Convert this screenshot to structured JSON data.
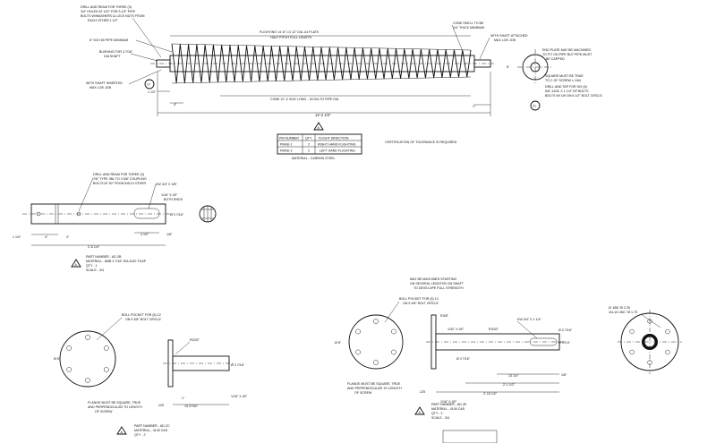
{
  "top_view": {
    "notes": {
      "drill_ream_1": "DRILL AND REAM FOR THREE (3)",
      "drill_ream_2": "3/4\" HOLES AT 120° FOR 3 1/2\" PIPE",
      "drill_ream_3": "BOLTS W/WASHERS & LOCK NUTS FROM",
      "drill_ream_4": "EACH OTHER 1 1/2\"",
      "pipe_note": "6\" SCH 80 PIPE MINIMUM",
      "bushing_1": "BUSHING FOR 3 7/16\"",
      "bushing_2": "DIA SHAFT",
      "shaft_inserted_1": "WITH SHAFT INSERTED",
      "shaft_inserted_2": "MAX LOE JOB",
      "flighting_1": "FLIGHTING 14'-6\" LG 12\" DIA 1/4 PLATE",
      "flighting_2": "HALF PITCH FULL LENGTH",
      "cone_shell_1": "CONE SHELL TO BE",
      "cone_shell_2": "1/4\" THICK MINIMUM",
      "attached_1": "WITH SHAFT ATTACHED",
      "attached_2": "MAX LOE JOB",
      "endplate_1": "END PLATE MAY BE MACHINED",
      "endplate_2": "TO FIT ON PIPE BUT PIPE MUST",
      "endplate_3": "BE CAPPED",
      "square_1": "SQUARE MUST BE TRUE",
      "square_2": "TO C OF SCREW ± 1/64",
      "tap_1": "DRILL AND TAP FOR SIX (6)",
      "tap_2": "5/8\"-11NC X 1 1/4\" DP BOLTS",
      "tap_3": "BOLTS W/ LW ON 6 1/2\" BOLT CIRCLE",
      "cone_note": "CONE 12\"-0 3/16\" LONG - 18 DIA TO PIPE DIA",
      "length": "14'-2 1/2\"",
      "dim_a": "1 1/2\"",
      "dim_b": "4\"",
      "dim_c": "1\"",
      "dim_end": "6\"",
      "balloon_a": "17",
      "balloon_b": "21",
      "section_label": "A"
    },
    "table": {
      "headers": [
        "PM NUMBER",
        "QTY",
        "FLIGHT DIRECTION"
      ],
      "rows": [
        [
          "PMAD-1",
          "2",
          "RIGHT HAND FLIGHTING"
        ],
        [
          "PMAD-2",
          "2",
          "LEFT HAND FLIGHTING"
        ]
      ],
      "material": "MATERIAL - CARBON STEEL"
    },
    "certification": "CERTIFICATION OF TOLERANCE IS REQUIRED"
  },
  "shaft_view": {
    "note_1": "DRILL AND REAM FOR THREE (3)",
    "note_2": "7/8\" TYPE 3BL TO 3 5/8\" COUPLING",
    "note_3": "BOLTS AT 90° FROM EACH OTHER",
    "keyway": "KW 3/4\" X 3/8\"",
    "chamfer_1": "1/16\" X 45°",
    "chamfer_2": "BOTH ENDS",
    "dia": "Ø 3 7/16\"",
    "dim_left": "1 1/4\"",
    "dim_4a": "4\"",
    "dim_4b": "4\"",
    "dim_key": "4 1/2\"",
    "dim_key_end": "1/8\"",
    "length": "2'-8 1/4\"",
    "part_1": "PART NUMBER - AD-2B",
    "part_2": "MATERIAL - AMB 3 7/16\" DIA 4140 TG&P",
    "part_3": "QTY - 1",
    "part_4": "SCALE - 3/4",
    "tri": "A"
  },
  "flange_left": {
    "bolt_1": "BOLL POCKET FOR (5) 12",
    "bolt_2": "ON 9 3/8\" BOLT CIRCLE",
    "dia": "Ø 8\"",
    "cham": "R3/32\"",
    "shaft_dia": "Ø 3 7/16\"",
    "dim_125": ".125",
    "dim_1": "1\"",
    "dim_len": "19 27/32\"",
    "dim_ch": "1/16\" X 45°",
    "flange_1": "FLANGE MUST BE SQUARE, TRUE",
    "flange_2": "AND PERPENDICULAR TO LENGTH",
    "flange_3": "OF SCREW",
    "part_1": "PART NUMBER - AD-2C",
    "part_2": "MATERIAL - 4140 CAS",
    "part_3": "QTY - 2",
    "tri": "A"
  },
  "flange_mid": {
    "machined_1": "MAY BE MACHINED STARTING",
    "machined_2": "ON SEVERAL LENGTHS ON SHAFT",
    "machined_3": "TO DEVELOPE FULL STRENGTH",
    "bolt_1": "BOLL POCKET FOR (5) 12",
    "bolt_2": "ON 9 3/8\" BOLT CIRCLE",
    "dia": "Ø 8\"",
    "r": "R3/8\"",
    "c1": "1/32\" X 45°",
    "c2": "R3/32\"",
    "kw": "KW 3/4\" X 1 1/4\"",
    "d1": "Ø 3 1/4\"",
    "d2": "Ø 3 7/16\"",
    "dim_125": ".125",
    "dim_key": "13 1/4\"",
    "dim_key2": "2'-1 1/2\"",
    "dim_len": "2'-10 1/2\"",
    "dim_end": "1/8\"",
    "dim_ch": "1/16\" X 45°",
    "flange_1": "FLANGE MUST BE SQUARE, TRUE",
    "flange_2": "AND PERPENDICULAR TO LENGTH",
    "flange_3": "OF SCREW",
    "part_1": "PART NUMBER - AD-2E",
    "part_2": "MATERIAL - 4140 CAS",
    "part_3": "QTY - 2",
    "part_4": "SCALE - 3/4",
    "tri": "A"
  },
  "flange_right": {
    "note_1": "Ø .656 \"Ø 2.25",
    "note_2": "3/4-10 UNC \"Ø 1.75"
  }
}
